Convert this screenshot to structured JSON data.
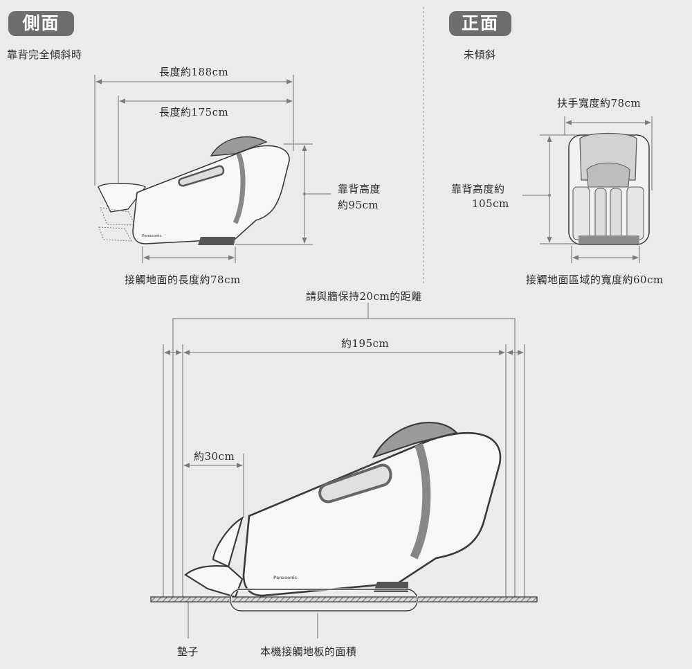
{
  "side": {
    "badge": "側面",
    "subtitle": "靠背完全傾斜時",
    "length_outer": "長度約188cm",
    "length_inner": "長度約175cm",
    "back_height": [
      "靠背高度",
      "約95cm"
    ],
    "floor_length": "接觸地面的長度約78cm",
    "brand": "Panasonic"
  },
  "front": {
    "badge": "正面",
    "subtitle": "未傾斜",
    "armrest_width": "扶手寬度約78cm",
    "back_height": [
      "靠背高度約",
      "105cm"
    ],
    "floor_width": "接觸地面區域的寬度約60cm"
  },
  "bottom": {
    "wall_clearance": "請與牆保持20cm的距離",
    "total_length": "約195cm",
    "front_gap": "約30cm",
    "mat_label": "墊子",
    "contact_label": "本機接觸地板的面積",
    "brand": "Panasonic"
  },
  "colors": {
    "background": "#ebebeb",
    "badge": "#6e6e6e",
    "line": "#8a8a8a",
    "chair_fill": "#f7f7f7",
    "chair_stroke": "#3a3a3a",
    "accent_gray": "#8c8c8c"
  }
}
